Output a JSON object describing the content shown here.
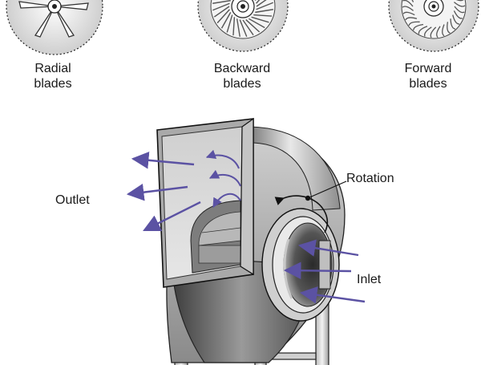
{
  "blade_types": [
    {
      "name_line1": "Radial",
      "name_line2": "blades",
      "icon": "radial-blade-wheel-icon"
    },
    {
      "name_line1": "Backward",
      "name_line2": "blades",
      "icon": "backward-blade-wheel-icon"
    },
    {
      "name_line1": "Forward",
      "name_line2": "blades",
      "icon": "forward-blade-wheel-icon"
    }
  ],
  "fan": {
    "outlet_label": "Outlet",
    "rotation_label": "Rotation",
    "inlet_label": "Inlet"
  },
  "colors": {
    "airflow_arrow": "#5b52a3",
    "housing_light": "#d9d9d9",
    "housing_mid": "#9a9a9a",
    "housing_dark": "#4a4a4a",
    "outline": "#111111"
  }
}
